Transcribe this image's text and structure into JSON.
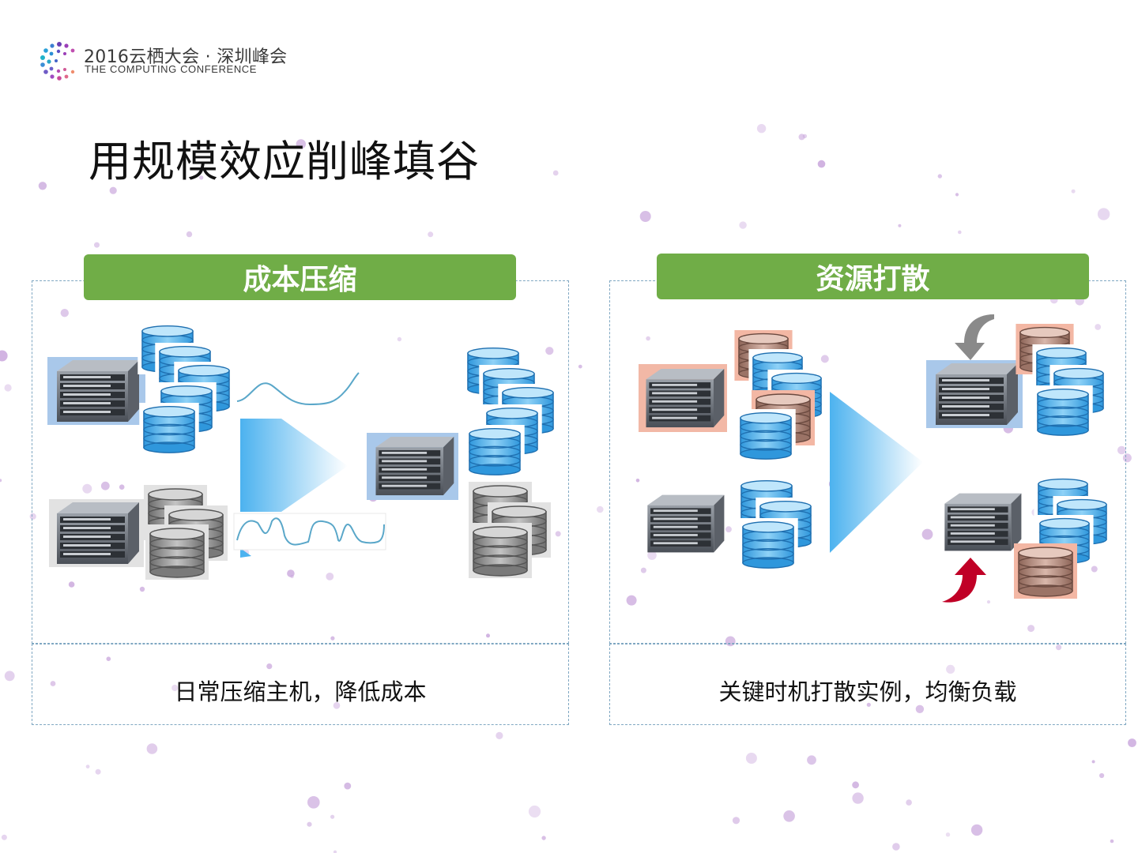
{
  "logo": {
    "line1": "2016云栖大会 · 深圳峰会",
    "line2": "THE COMPUTING CONFERENCE"
  },
  "page_title": "用规模效应削峰填谷",
  "panels": [
    {
      "header": "成本压缩",
      "caption": "日常压缩主机，降低成本"
    },
    {
      "header": "资源打散",
      "caption": "关键时机打散实例，均衡负载"
    }
  ],
  "colors": {
    "header_green": "#70ad47",
    "disk_blue": "#4fb3ea",
    "disk_gray": "#8c8c8c",
    "disk_rose": "#b98a7c",
    "server_bg_blue": "#a9c8ea",
    "server_bg_rose": "#f2b8a6",
    "arrow_red": "#c00026",
    "arrow_gray": "#8a8a8a",
    "dot_purple": "#c9a6dc"
  },
  "icons": [
    "logo-dots-icon",
    "server-rack-icon",
    "database-disk-icon",
    "transfer-arrow-icon",
    "load-curve-icon",
    "curved-arrow-down-icon",
    "curved-arrow-up-icon"
  ]
}
